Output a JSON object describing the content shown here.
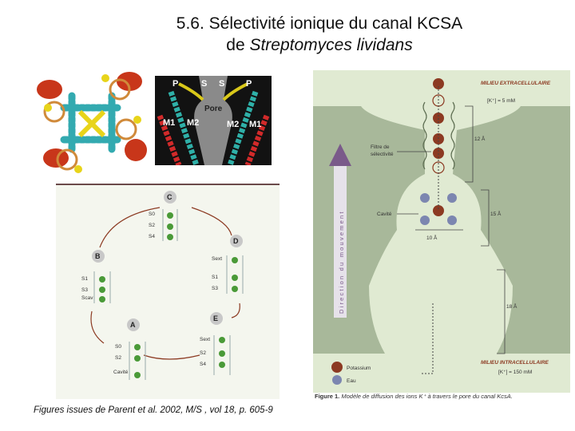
{
  "slide": {
    "title_line1": "5.6. Sélectivité ionique du canal KCSA",
    "title_line2_prefix": "de ",
    "title_line2_italic": "Streptomyces lividans",
    "source_caption": "Figures issues de Parent et al. 2002, M/S , vol 18, p. 605-9"
  },
  "pore_figure": {
    "labels": {
      "p1": "P",
      "s1": "S",
      "s2": "S",
      "p2": "P",
      "pore": "Pore",
      "m1_left": "M1",
      "m2_left": "M2",
      "m2_right": "M2",
      "m1_right": "M1"
    }
  },
  "cycle_figure": {
    "states": {
      "a": "A",
      "b": "B",
      "c": "C",
      "d": "D",
      "e": "E"
    },
    "c_sites": [
      "S0",
      "S2",
      "S4"
    ],
    "d_sites": [
      "Sext",
      "S1",
      "S3"
    ],
    "b_sites": [
      "S1",
      "S3",
      "Scav"
    ],
    "e_sites": [
      "Sext",
      "S2",
      "S4"
    ],
    "a_sites": [
      "S0",
      "S2",
      "Cavité"
    ]
  },
  "diffusion_figure": {
    "top_label": "MILIEU EXTRACELLULAIRE",
    "top_conc": "[K⁺] = 5 mM",
    "bottom_label": "MILIEU INTRACELLULAIRE",
    "bottom_conc": "[K⁺] = 150 mM",
    "filter_label_1": "Filtre de",
    "filter_label_2": "sélectivité",
    "cavity_label": "Cavité",
    "dim_12": "12 Å",
    "dim_15": "15 Å",
    "dim_18": "18 Å",
    "width_10": "10 Å",
    "direction_label": "Direction du mouvement",
    "legend_potassium": "Potassium",
    "legend_water": "Eau",
    "caption_bold": "Figure 1.",
    "caption_text": " Modèle de diffusion des ions K⁺ à travers le pore du canal KcsA."
  },
  "colors": {
    "membrane": "#a8b89a",
    "channel": "#e0ead2",
    "potassium": "#8c3a22",
    "water": "#7c86b0",
    "arrow": "#7a5a8a"
  }
}
